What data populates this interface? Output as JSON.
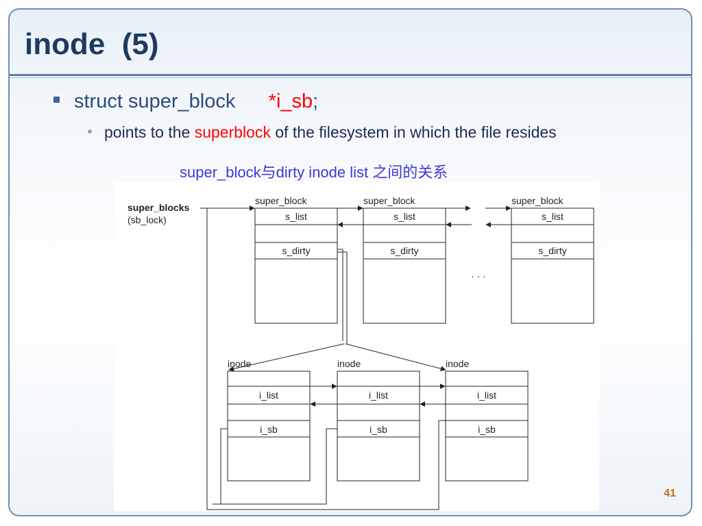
{
  "slide": {
    "title": "inode  (5)",
    "bullet1": {
      "prefix": "struct super_block      ",
      "highlight": "*i_sb",
      "suffix": ";"
    },
    "bullet2": {
      "prefix": "points to the ",
      "highlight": "superblock",
      "suffix": " of the filesystem in which the file resides"
    },
    "caption": "super_block与dirty inode list 之间的关系",
    "page_number": "41"
  },
  "diagram": {
    "head_label": "super_blocks",
    "head_sub": "(sb_lock)",
    "super_block_label": "super_block",
    "s_list": "s_list",
    "s_dirty": "s_dirty",
    "ellipsis": "· · ·",
    "inode_label": "inode",
    "i_list": "i_list",
    "i_sb": "i_sb"
  },
  "colors": {
    "title": "#1e3a5f",
    "accent_red": "#ff0000",
    "caption": "#3a3ad8",
    "page_number": "#c36a1a",
    "border": "#6e8fb5"
  }
}
